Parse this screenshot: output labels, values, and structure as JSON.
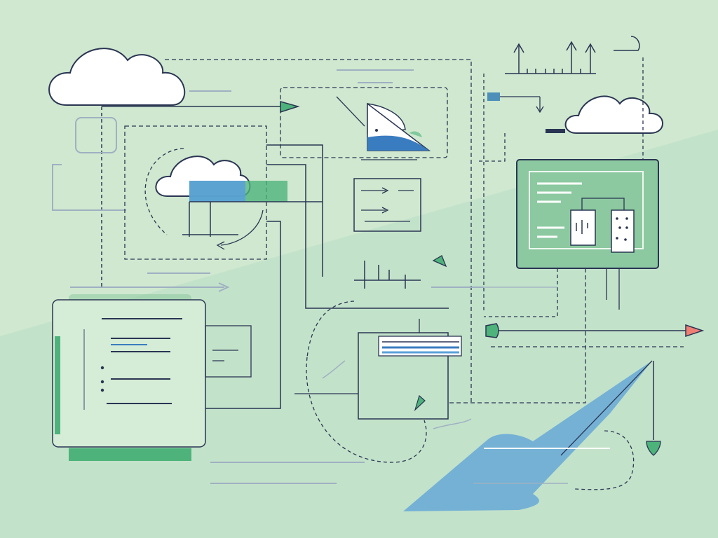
{
  "palette": {
    "background_top": "#cfe8cf",
    "background_bottom": "#bfe0c8",
    "line": "#2a3553",
    "line_soft": "#6f7f95",
    "cloud_fill": "#ffffff",
    "panel_green": "#8cc9a0",
    "panel_green_dark": "#5fae7f",
    "accent_blue": "#5aa0d8",
    "accent_blue_dark": "#3a7cc0",
    "accent_green": "#4db37a",
    "accent_coral": "#f07f73"
  },
  "elements": {
    "clouds": [
      "cloud-icon",
      "cloud-icon",
      "cloud-icon"
    ],
    "panels": [
      "document-panel",
      "monitor-panel",
      "flow-panel"
    ],
    "connectors": [
      "dashed-line",
      "solid-line",
      "arrow-head"
    ]
  }
}
